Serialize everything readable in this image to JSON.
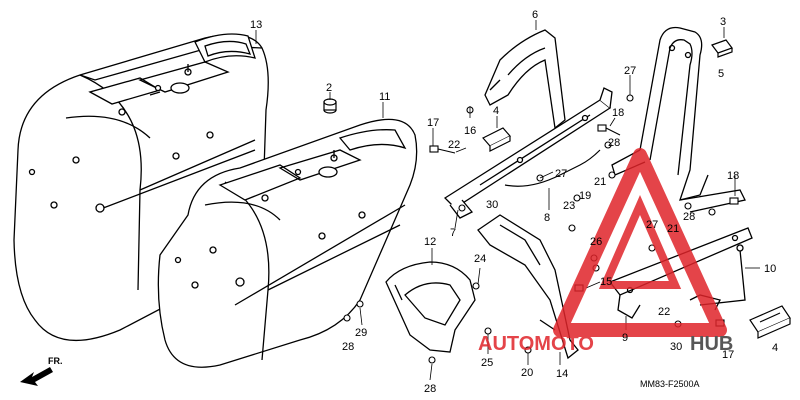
{
  "diagram_code": "MM83-F2500A",
  "front_arrow_label": "FR.",
  "watermark": {
    "text_left": "AUTOMOTO",
    "text_right": "HUB",
    "color_red": "#e0242a",
    "color_dark": "#3a3a3a"
  },
  "part_numbers": {
    "p13": "13",
    "p2": "2",
    "p11": "11",
    "p6": "6",
    "p3": "3",
    "p5": "5",
    "p27a": "27",
    "p27b": "27",
    "p27c": "27",
    "p16": "16",
    "p4a": "4",
    "p4b": "4",
    "p17a": "17",
    "p17b": "17",
    "p22a": "22",
    "p22b": "22",
    "p18a": "18",
    "p18b": "18",
    "p28a": "28",
    "p28b": "28",
    "p28c": "28",
    "p28d": "28",
    "p21a": "21",
    "p21b": "21",
    "p19": "19",
    "p23": "23",
    "p26": "26",
    "p15": "15",
    "p7": "7",
    "p8": "8",
    "p30a": "30",
    "p30b": "30",
    "p12": "12",
    "p24": "24",
    "p29": "29",
    "p25": "25",
    "p20": "20",
    "p14": "14",
    "p9": "9",
    "p10": "10"
  }
}
